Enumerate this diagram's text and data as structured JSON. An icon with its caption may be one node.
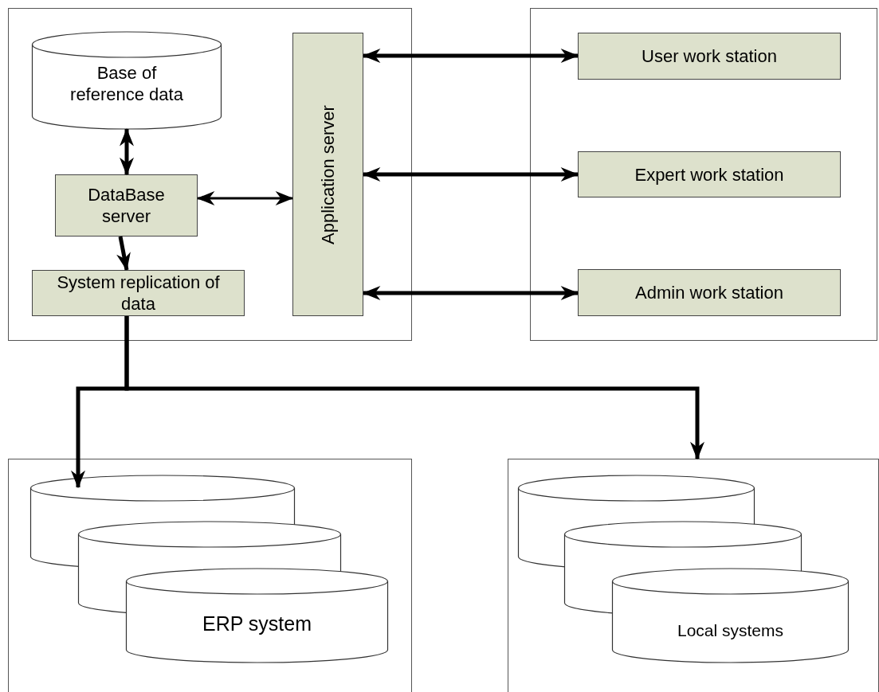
{
  "diagram": {
    "nodes": [
      {
        "text": [],
        "shape": "box"
      },
      {
        "text": [],
        "shape": "box"
      },
      {
        "text": [
          "Base of reference data"
        ],
        "in": 0
      },
      {
        "text": [
          "DataBase server"
        ],
        "in": 0
      },
      {
        "text": [
          "System replication of data"
        ],
        "in": 0
      },
      {
        "text": [
          "Application server"
        ],
        "in": 0
      },
      {
        "text": [
          "User work station"
        ],
        "in": 1
      },
      {
        "text": [
          "Expert work station"
        ],
        "in": 1
      },
      {
        "text": [
          "Admin work station"
        ],
        "in": 1
      },
      {
        "text": [],
        "shape": "box"
      },
      {
        "text": [],
        "shape": "box"
      },
      {
        "text": [],
        "shape": "cylinder",
        "in": 9
      },
      {
        "text": [],
        "shape": "cylinder",
        "in": 9
      },
      {
        "text": [
          "ERP system"
        ],
        "in": 9
      },
      {
        "text": [],
        "shape": "cylinder",
        "in": 10
      },
      {
        "text": [],
        "shape": "cylinder",
        "in": 10
      },
      {
        "text": [
          "Local systems"
        ],
        "in": 10
      }
    ],
    "edges": [
      {
        "from": 2,
        "to": 3,
        "arrow": "both"
      },
      {
        "from": 3,
        "to": 5,
        "arrow": "both"
      },
      {
        "from": 3,
        "to": 4,
        "arrow": "to"
      },
      {
        "from": 5,
        "to": 6,
        "arrow": "both"
      },
      {
        "from": 5,
        "to": 7,
        "arrow": "both"
      },
      {
        "from": 5,
        "to": 8,
        "arrow": "both"
      },
      {
        "from": 4,
        "to": 11,
        "arrow": "to"
      },
      {
        "from": 4,
        "to": 10,
        "arrow": "to"
      }
    ]
  }
}
